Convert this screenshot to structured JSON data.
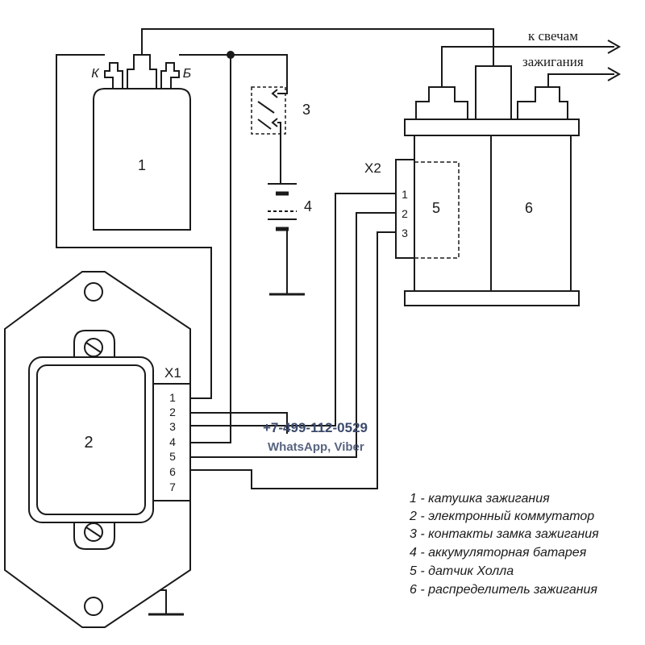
{
  "labels": {
    "coil_number": "1",
    "coil_terminal_k": "К",
    "coil_terminal_b": "Б",
    "commutator_number": "2",
    "switch_number": "3",
    "battery_number": "4",
    "hall_sensor_number": "5",
    "distributor_number": "6",
    "connector_x1": "X1",
    "connector_x2": "X2",
    "x1_pins": [
      "1",
      "2",
      "3",
      "4",
      "5",
      "6",
      "7"
    ],
    "x2_pins": [
      "1",
      "2",
      "3"
    ],
    "to_plugs_line1": "к свечам",
    "to_plugs_line2": "зажигания"
  },
  "watermark": {
    "phone": "+7-499-112-0529",
    "apps": "WhatsApp, Viber"
  },
  "legend": [
    "1 - катушка зажигания",
    "2 - электронный коммутатор",
    "3 - контакты замка зажигания",
    "4 - аккумуляторная батарея",
    "5 - датчик Холла",
    "6 - распределитель зажигания"
  ],
  "colors": {
    "line": "#1a1a1a",
    "component_fill": "#ffffff",
    "watermark": "#3b4a6b"
  }
}
